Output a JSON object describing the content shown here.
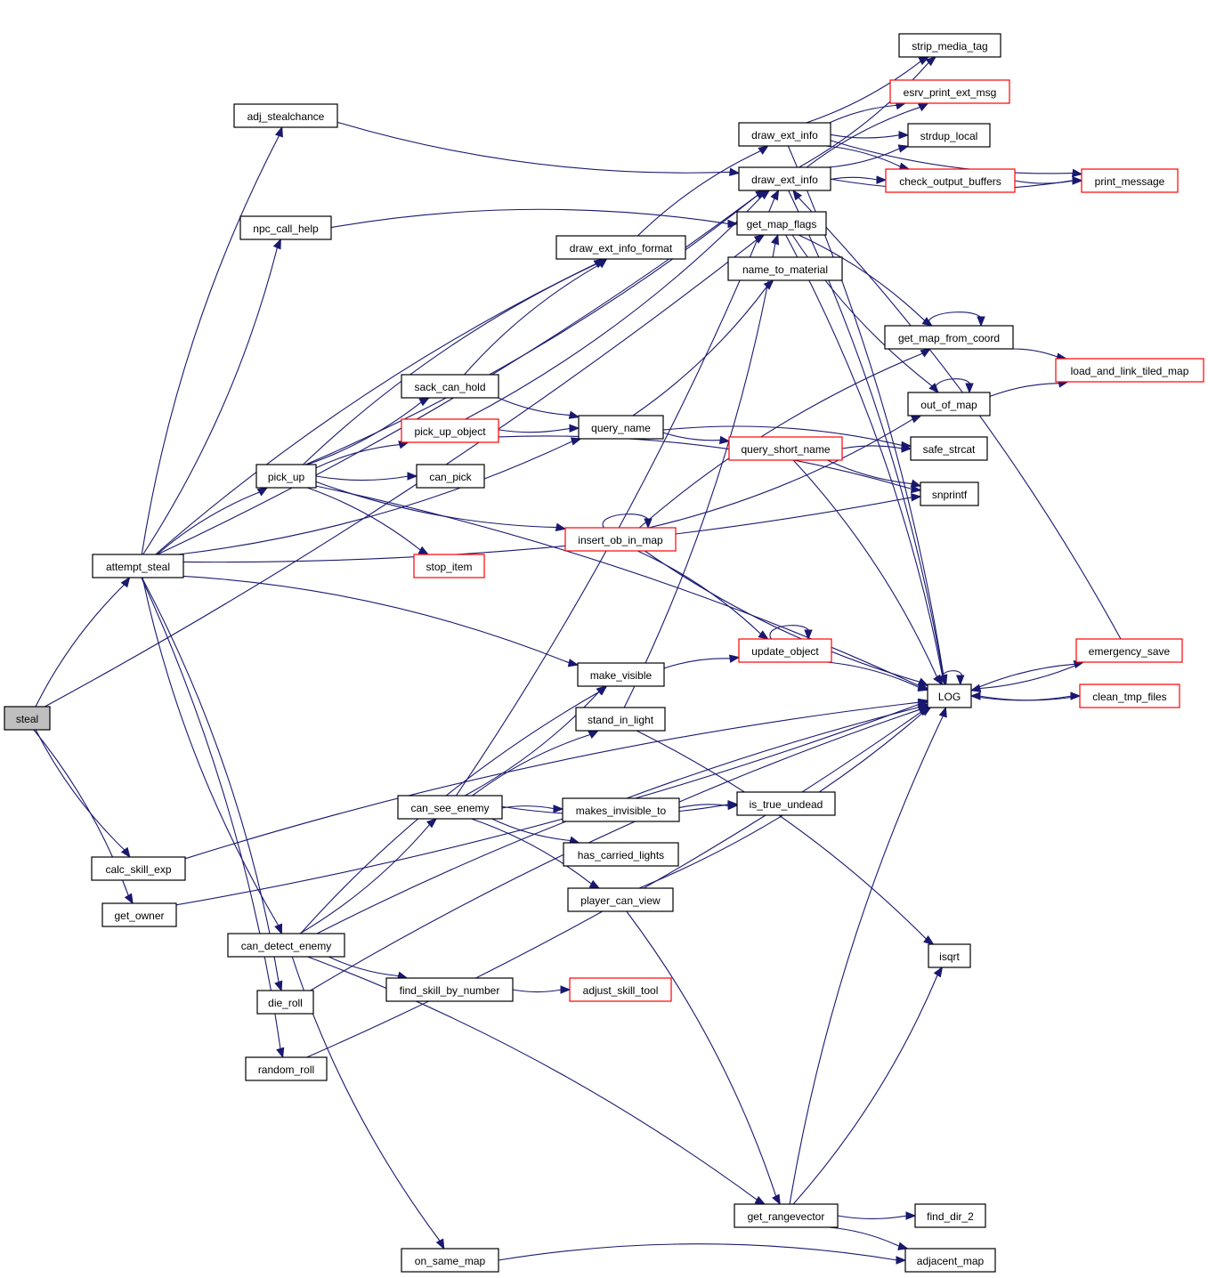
{
  "diagram": {
    "type": "call-graph",
    "title": "",
    "colors": {
      "edge": "#191970",
      "node_border": "#000000",
      "node_border_truncated": "#ff0000",
      "root_fill": "#bfbfbf",
      "node_fill": "#ffffff"
    },
    "nodes": [
      {
        "id": "steal",
        "label": "steal",
        "root": true,
        "truncated": false
      },
      {
        "id": "attempt_steal",
        "label": "attempt_steal",
        "truncated": false
      },
      {
        "id": "adj_stealchance",
        "label": "adj_stealchance",
        "truncated": false
      },
      {
        "id": "npc_call_help",
        "label": "npc_call_help",
        "truncated": false
      },
      {
        "id": "pick_up",
        "label": "pick_up",
        "truncated": false
      },
      {
        "id": "calc_skill_exp",
        "label": "calc_skill_exp",
        "truncated": false
      },
      {
        "id": "get_owner",
        "label": "get_owner",
        "truncated": false
      },
      {
        "id": "can_detect_enemy",
        "label": "can_detect_enemy",
        "truncated": false
      },
      {
        "id": "die_roll",
        "label": "die_roll",
        "truncated": false
      },
      {
        "id": "random_roll",
        "label": "random_roll",
        "truncated": false
      },
      {
        "id": "sack_can_hold",
        "label": "sack_can_hold",
        "truncated": false
      },
      {
        "id": "pick_up_object",
        "label": "pick_up_object",
        "truncated": true
      },
      {
        "id": "can_pick",
        "label": "can_pick",
        "truncated": false
      },
      {
        "id": "stop_item",
        "label": "stop_item",
        "truncated": true
      },
      {
        "id": "draw_ext_info_format",
        "label": "draw_ext_info_format",
        "truncated": false
      },
      {
        "id": "query_name",
        "label": "query_name",
        "truncated": false
      },
      {
        "id": "insert_ob_in_map",
        "label": "insert_ob_in_map",
        "truncated": true
      },
      {
        "id": "make_visible",
        "label": "make_visible",
        "truncated": false
      },
      {
        "id": "stand_in_light",
        "label": "stand_in_light",
        "truncated": false
      },
      {
        "id": "can_see_enemy",
        "label": "can_see_enemy",
        "truncated": false
      },
      {
        "id": "makes_invisible_to",
        "label": "makes_invisible_to",
        "truncated": false
      },
      {
        "id": "has_carried_lights",
        "label": "has_carried_lights",
        "truncated": false
      },
      {
        "id": "player_can_view",
        "label": "player_can_view",
        "truncated": false
      },
      {
        "id": "find_skill_by_number",
        "label": "find_skill_by_number",
        "truncated": false
      },
      {
        "id": "adjust_skill_tool",
        "label": "adjust_skill_tool",
        "truncated": true
      },
      {
        "id": "on_same_map",
        "label": "on_same_map",
        "truncated": false
      },
      {
        "id": "draw_ext_info_a",
        "label": "draw_ext_info",
        "truncated": false
      },
      {
        "id": "draw_ext_info_b",
        "label": "draw_ext_info",
        "truncated": false
      },
      {
        "id": "get_map_flags",
        "label": "get_map_flags",
        "truncated": false
      },
      {
        "id": "name_to_material",
        "label": "name_to_material",
        "truncated": false
      },
      {
        "id": "query_short_name",
        "label": "query_short_name",
        "truncated": true
      },
      {
        "id": "update_object",
        "label": "update_object",
        "truncated": true
      },
      {
        "id": "is_true_undead",
        "label": "is_true_undead",
        "truncated": false
      },
      {
        "id": "get_rangevector",
        "label": "get_rangevector",
        "truncated": false
      },
      {
        "id": "strip_media_tag",
        "label": "strip_media_tag",
        "truncated": false
      },
      {
        "id": "esrv_print_ext_msg",
        "label": "esrv_print_ext_msg",
        "truncated": true
      },
      {
        "id": "strdup_local",
        "label": "strdup_local",
        "truncated": false
      },
      {
        "id": "check_output_buffers",
        "label": "check_output_buffers",
        "truncated": true
      },
      {
        "id": "get_map_from_coord",
        "label": "get_map_from_coord",
        "truncated": false
      },
      {
        "id": "out_of_map",
        "label": "out_of_map",
        "truncated": false
      },
      {
        "id": "safe_strcat",
        "label": "safe_strcat",
        "truncated": false
      },
      {
        "id": "snprintf",
        "label": "snprintf",
        "truncated": false
      },
      {
        "id": "LOG",
        "label": "LOG",
        "truncated": false
      },
      {
        "id": "isqrt",
        "label": "isqrt",
        "truncated": false
      },
      {
        "id": "find_dir_2",
        "label": "find_dir_2",
        "truncated": false
      },
      {
        "id": "adjacent_map",
        "label": "adjacent_map",
        "truncated": false
      },
      {
        "id": "print_message",
        "label": "print_message",
        "truncated": true
      },
      {
        "id": "load_and_link_tiled_map",
        "label": "load_and_link_tiled_map",
        "truncated": true
      },
      {
        "id": "emergency_save",
        "label": "emergency_save",
        "truncated": true
      },
      {
        "id": "clean_tmp_files",
        "label": "clean_tmp_files",
        "truncated": true
      }
    ],
    "edges": [
      [
        "steal",
        "attempt_steal"
      ],
      [
        "steal",
        "calc_skill_exp"
      ],
      [
        "steal",
        "get_owner"
      ],
      [
        "steal",
        "get_map_flags"
      ],
      [
        "attempt_steal",
        "adj_stealchance"
      ],
      [
        "attempt_steal",
        "npc_call_help"
      ],
      [
        "attempt_steal",
        "pick_up"
      ],
      [
        "attempt_steal",
        "can_detect_enemy"
      ],
      [
        "attempt_steal",
        "die_roll"
      ],
      [
        "attempt_steal",
        "draw_ext_info_b"
      ],
      [
        "attempt_steal",
        "draw_ext_info_format"
      ],
      [
        "attempt_steal",
        "query_name"
      ],
      [
        "attempt_steal",
        "make_visible"
      ],
      [
        "attempt_steal",
        "snprintf"
      ],
      [
        "attempt_steal",
        "random_roll"
      ],
      [
        "adj_stealchance",
        "draw_ext_info_b"
      ],
      [
        "npc_call_help",
        "get_map_flags"
      ],
      [
        "pick_up",
        "sack_can_hold"
      ],
      [
        "pick_up",
        "pick_up_object"
      ],
      [
        "pick_up",
        "can_pick"
      ],
      [
        "pick_up",
        "stop_item"
      ],
      [
        "pick_up",
        "insert_ob_in_map"
      ],
      [
        "pick_up",
        "draw_ext_info_format"
      ],
      [
        "pick_up",
        "draw_ext_info_b"
      ],
      [
        "pick_up",
        "LOG"
      ],
      [
        "sack_can_hold",
        "query_name"
      ],
      [
        "sack_can_hold",
        "draw_ext_info_format"
      ],
      [
        "pick_up_object",
        "query_name"
      ],
      [
        "pick_up_object",
        "snprintf"
      ],
      [
        "pick_up_object",
        "draw_ext_info_b"
      ],
      [
        "draw_ext_info_format",
        "draw_ext_info_a"
      ],
      [
        "query_name",
        "query_short_name"
      ],
      [
        "query_name",
        "safe_strcat"
      ],
      [
        "query_name",
        "name_to_material"
      ],
      [
        "query_short_name",
        "safe_strcat"
      ],
      [
        "query_short_name",
        "snprintf"
      ],
      [
        "query_short_name",
        "LOG"
      ],
      [
        "insert_ob_in_map",
        "insert_ob_in_map"
      ],
      [
        "insert_ob_in_map",
        "update_object"
      ],
      [
        "insert_ob_in_map",
        "LOG"
      ],
      [
        "insert_ob_in_map",
        "get_map_from_coord"
      ],
      [
        "insert_ob_in_map",
        "out_of_map"
      ],
      [
        "make_visible",
        "update_object"
      ],
      [
        "update_object",
        "update_object"
      ],
      [
        "update_object",
        "LOG"
      ],
      [
        "stand_in_light",
        "get_map_flags"
      ],
      [
        "stand_in_light",
        "isqrt"
      ],
      [
        "can_see_enemy",
        "make_visible"
      ],
      [
        "can_see_enemy",
        "stand_in_light"
      ],
      [
        "can_see_enemy",
        "is_true_undead"
      ],
      [
        "can_see_enemy",
        "makes_invisible_to"
      ],
      [
        "can_see_enemy",
        "has_carried_lights"
      ],
      [
        "can_see_enemy",
        "player_can_view"
      ],
      [
        "can_see_enemy",
        "draw_ext_info_b"
      ],
      [
        "makes_invisible_to",
        "is_true_undead"
      ],
      [
        "player_can_view",
        "LOG"
      ],
      [
        "player_can_view",
        "get_rangevector"
      ],
      [
        "can_detect_enemy",
        "can_see_enemy"
      ],
      [
        "can_detect_enemy",
        "make_visible"
      ],
      [
        "can_detect_enemy",
        "find_skill_by_number"
      ],
      [
        "can_detect_enemy",
        "LOG"
      ],
      [
        "can_detect_enemy",
        "on_same_map"
      ],
      [
        "can_detect_enemy",
        "get_rangevector"
      ],
      [
        "find_skill_by_number",
        "adjust_skill_tool"
      ],
      [
        "calc_skill_exp",
        "LOG"
      ],
      [
        "get_owner",
        "LOG"
      ],
      [
        "die_roll",
        "LOG"
      ],
      [
        "random_roll",
        "LOG"
      ],
      [
        "on_same_map",
        "adjacent_map"
      ],
      [
        "get_rangevector",
        "find_dir_2"
      ],
      [
        "get_rangevector",
        "adjacent_map"
      ],
      [
        "get_rangevector",
        "isqrt"
      ],
      [
        "get_rangevector",
        "LOG"
      ],
      [
        "draw_ext_info_a",
        "strip_media_tag"
      ],
      [
        "draw_ext_info_a",
        "esrv_print_ext_msg"
      ],
      [
        "draw_ext_info_a",
        "strdup_local"
      ],
      [
        "draw_ext_info_a",
        "check_output_buffers"
      ],
      [
        "draw_ext_info_a",
        "print_message"
      ],
      [
        "draw_ext_info_a",
        "LOG"
      ],
      [
        "draw_ext_info_b",
        "strip_media_tag"
      ],
      [
        "draw_ext_info_b",
        "esrv_print_ext_msg"
      ],
      [
        "draw_ext_info_b",
        "strdup_local"
      ],
      [
        "draw_ext_info_b",
        "check_output_buffers"
      ],
      [
        "draw_ext_info_b",
        "print_message"
      ],
      [
        "draw_ext_info_b",
        "LOG"
      ],
      [
        "check_output_buffers",
        "print_message"
      ],
      [
        "get_map_flags",
        "get_map_from_coord"
      ],
      [
        "get_map_flags",
        "out_of_map"
      ],
      [
        "get_map_flags",
        "LOG"
      ],
      [
        "get_map_from_coord",
        "get_map_from_coord"
      ],
      [
        "get_map_from_coord",
        "load_and_link_tiled_map"
      ],
      [
        "out_of_map",
        "out_of_map"
      ],
      [
        "out_of_map",
        "load_and_link_tiled_map"
      ],
      [
        "LOG",
        "LOG"
      ],
      [
        "LOG",
        "emergency_save"
      ],
      [
        "LOG",
        "clean_tmp_files"
      ],
      [
        "emergency_save",
        "LOG"
      ],
      [
        "emergency_save",
        "draw_ext_info_b"
      ],
      [
        "clean_tmp_files",
        "LOG"
      ]
    ]
  }
}
